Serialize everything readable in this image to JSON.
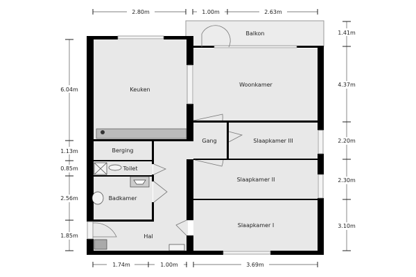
{
  "rooms": {
    "balkon": "Balkon",
    "keuken": "Keuken",
    "woonkamer": "Woonkamer",
    "gang": "Gang",
    "slaapkamer3": "Slaapkamer III",
    "berging": "Berging",
    "toilet": "Toilet",
    "slaapkamer2": "Slaapkamer II",
    "badkamer": "Badkamer",
    "slaapkamer1": "Slaapkamer I",
    "hal": "Hal"
  },
  "dimensions": {
    "top": [
      "2.80m",
      "1.00m",
      "2.63m"
    ],
    "bottom": [
      "1.74m",
      "1.00m",
      "3.69m"
    ],
    "left": [
      "6.04m",
      "1.13m",
      "0.85m",
      "2.56m",
      "1.85m"
    ],
    "right": [
      "1.41m",
      "4.37m",
      "2.20m",
      "2.30m",
      "3.10m"
    ]
  }
}
